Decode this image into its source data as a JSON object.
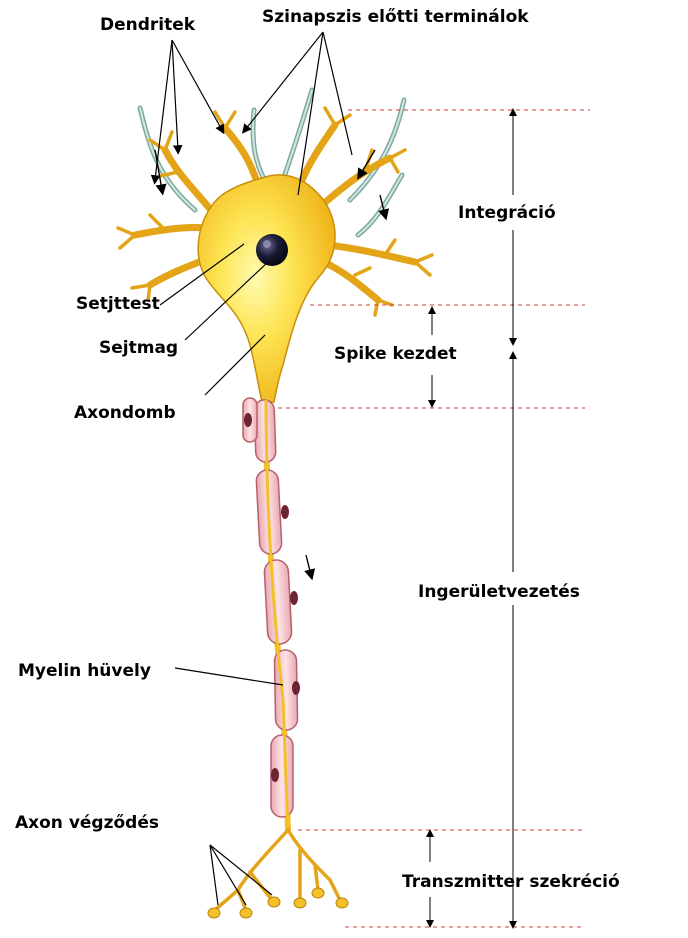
{
  "diagram": {
    "labels": {
      "dendritek": "Dendritek",
      "szinapszis": "Szinapszis előtti terminálok",
      "integracio": "Integráció",
      "setjttest": "Setjttest",
      "sejtmag": "Sejtmag",
      "spike": "Spike kezdet",
      "axondomb": "Axondomb",
      "ingerulet": "Ingerületvezetés",
      "myelin": "Myelin hüvely",
      "axonvegz": "Axon végződés",
      "transzmitter": "Transzmitter szekréció"
    },
    "colors": {
      "cell_body": "#f7c81f",
      "cell_body_light": "#fff27a",
      "cell_outline": "#b8860b",
      "nucleus": "#1a1a2e",
      "myelin": "#f6c9cf",
      "myelin_outline": "#b05a66",
      "schwann_nucleus": "#6b2430",
      "presynaptic": "#9ec9c0",
      "guide_line": "#c84040",
      "arrow": "#000000"
    }
  }
}
